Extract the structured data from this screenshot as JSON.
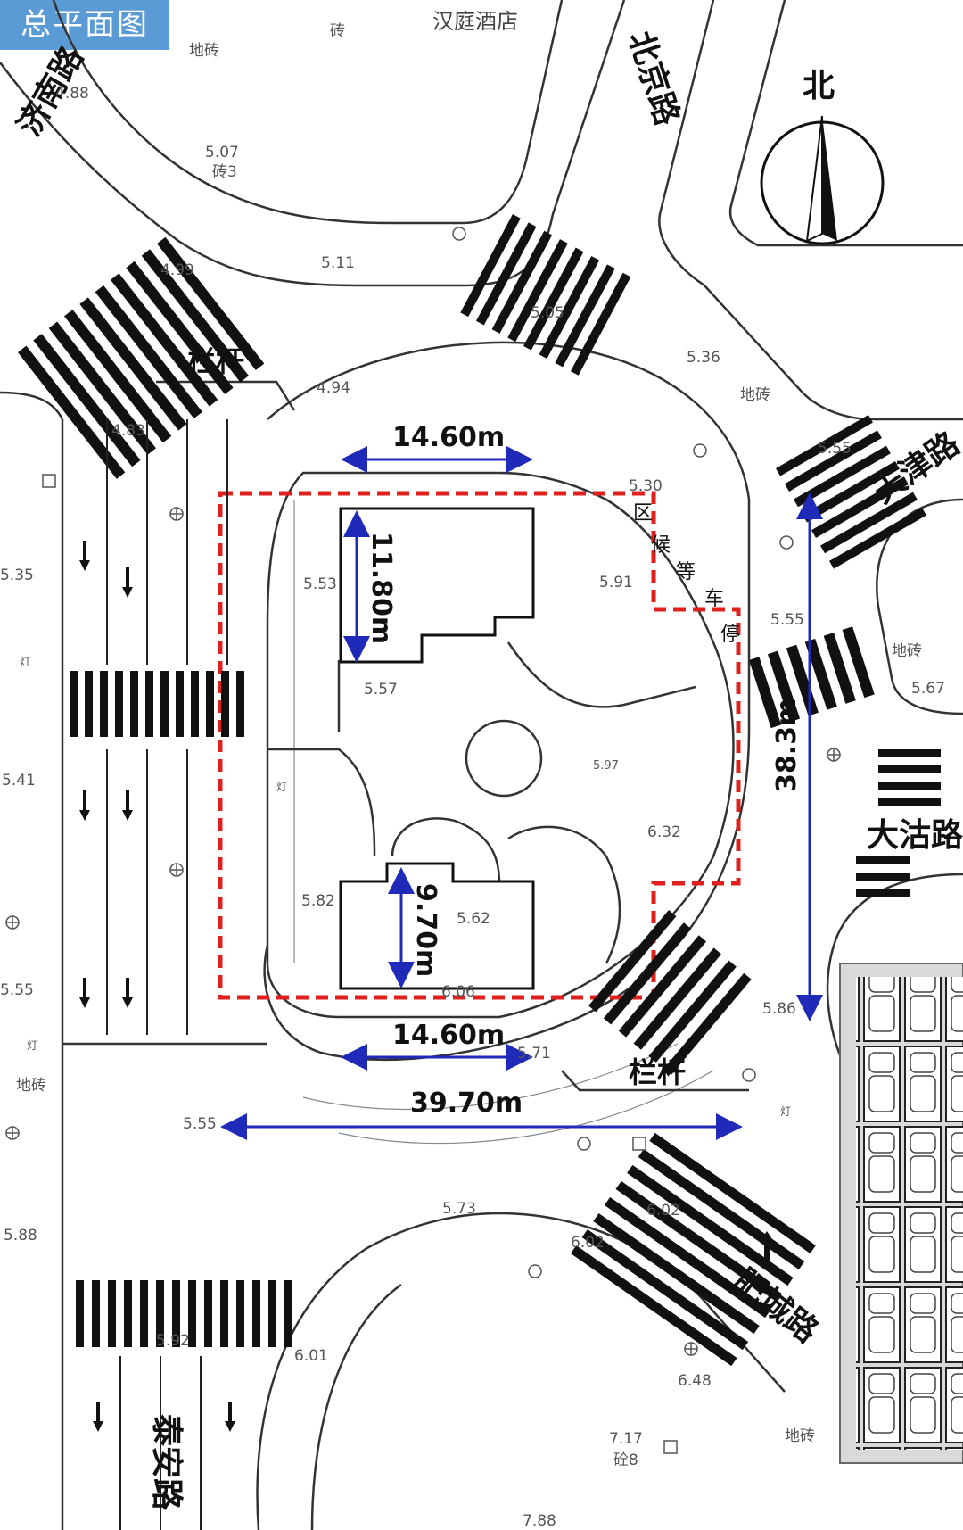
{
  "title": "总平面图",
  "hotel": "汉庭酒店",
  "north": "北",
  "roads": {
    "jinan": "济南路",
    "beijing": "北京路",
    "tianjin": "天津路",
    "dagu": "大沽路",
    "feicheng": "肥城路",
    "taian": "泰安路"
  },
  "railing_label": "栏杆",
  "waiting_zone": [
    "区",
    "候",
    "等",
    "车",
    "停"
  ],
  "dimensions": {
    "top_width": "14.60m",
    "top_height": "11.80m",
    "bottom_height": "9.70m",
    "bottom_width": "14.60m",
    "overall_width": "39.70m",
    "overall_height": "38.3m"
  },
  "elevations": [
    "4.88",
    "5.07",
    "5.11",
    "4.99",
    "5.05",
    "5.36",
    "5.55",
    "4.94",
    "4.83",
    "5.53",
    "5.57",
    "5.91",
    "5.30",
    "5.97",
    "6.32",
    "5.82",
    "5.62",
    "6.06",
    "5.71",
    "5.35",
    "5.41",
    "5.55",
    "5.88",
    "5.55",
    "5.73",
    "6.02",
    "6.01",
    "6.48",
    "7.17",
    "7.88",
    "5.67",
    "5.55",
    "5.92",
    "5.86",
    "6.02"
  ],
  "ground_labels": {
    "tile": "地砖",
    "brick": "砖",
    "brick3": "砖3",
    "concrete8": "砼8",
    "lamp": "灯"
  },
  "colors": {
    "title_bg": "#5b9bd5",
    "site_boundary": "#e0201c",
    "dimension": "#1f2ab8",
    "linework": "#333333"
  }
}
